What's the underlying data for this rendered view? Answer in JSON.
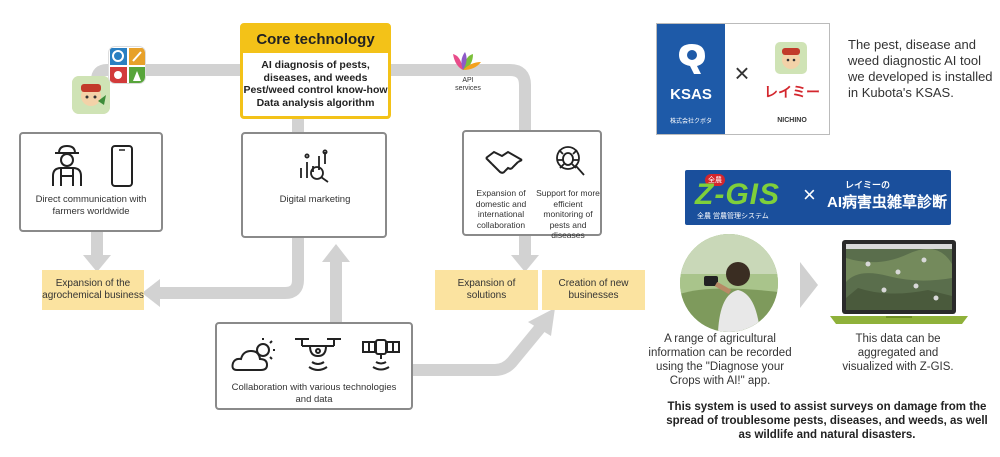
{
  "core": {
    "title": "Core technology",
    "lines": [
      "AI diagnosis of pests,",
      "diseases, and weeds",
      "Pest/weed control know-how",
      "Data analysis algorithm"
    ]
  },
  "api_label": [
    "API",
    "services"
  ],
  "boxes": {
    "farmers": "Direct communication with farmers worldwide",
    "digital": "Digital marketing",
    "expansion_domestic": "Expansion of domestic and international collaboration",
    "monitoring": "Support for more efficient monitoring of pests and diseases",
    "collab": "Collaboration with various technologies and data"
  },
  "outcomes": {
    "agrochem": "Expansion of the agrochemical business",
    "solutions": "Expansion of solutions",
    "new_business": "Creation of new businesses"
  },
  "ksas": {
    "logo_text": "KSAS",
    "kubota": "株式会社クボタ",
    "x": "×",
    "reimii": "レイミー",
    "nichino": "NICHINO",
    "description": "The pest, disease and weed diagnostic AI tool we developed is installed in Kubota's KSAS."
  },
  "zgis": {
    "banner_main": "Z-GIS",
    "banner_sub": "全農 営農管理システム",
    "banner_ai": "AI病害虫雑草診断",
    "banner_app": "レイミーの",
    "banner_tag": "全農",
    "caption_left": "A range of agricultural information can be recorded using the \"Diagnose your Crops with AI!\" app.",
    "caption_right": "This data can be aggregated and visualized with Z-GIS."
  },
  "bottom_note": "This system is used to assist surveys on damage from the spread of troublesome pests, diseases, and weeds, as well as wildlife and natural disasters.",
  "colors": {
    "core": "#f3c218",
    "outcome": "#fbe3a0",
    "arrow": "#d0d0d0",
    "ksas_blue": "#1e5aa8",
    "zgis_blue": "#1a4f9c"
  },
  "icons": [
    "reimii-app-icon",
    "diagnosis-app-icon",
    "farmer-icon",
    "smartphone-icon",
    "analytics-icon",
    "handshake-icon",
    "bug-magnifier-icon",
    "cloud-sun-icon",
    "drone-icon",
    "satellite-icon",
    "api-logo-icon",
    "person-photo",
    "laptop-map-icon"
  ]
}
